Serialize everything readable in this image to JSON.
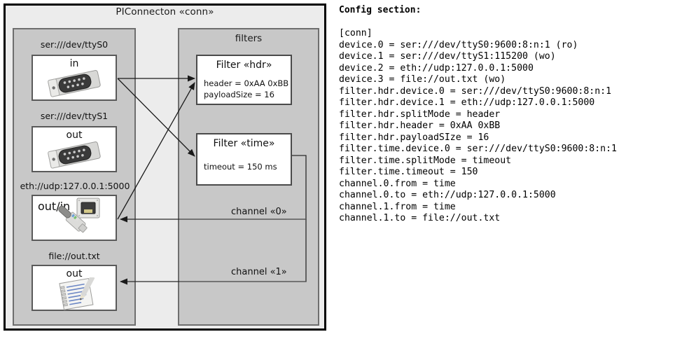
{
  "diagram": {
    "title": "PIConnecton «conn»",
    "devices_group": {
      "name": "devices",
      "items": [
        {
          "label": "ser:///dev/ttyS0",
          "direction": "in",
          "icon": "serial-port-icon"
        },
        {
          "label": "ser:///dev/ttyS1",
          "direction": "out",
          "icon": "serial-port-icon"
        },
        {
          "label": "eth://udp:127.0.0.1:5000",
          "direction": "out/in",
          "icon": "ethernet-jack-icon"
        },
        {
          "label": "file://out.txt",
          "direction": "out",
          "icon": "notepad-pencil-icon"
        }
      ]
    },
    "filters_group": {
      "title": "filters",
      "filters": [
        {
          "title": "Filter «hdr»",
          "props": [
            "header = 0xAA 0xBB",
            "payloadSize = 16"
          ]
        },
        {
          "title": "Filter «time»",
          "props": [
            "timeout = 150 ms"
          ]
        }
      ],
      "channels": [
        {
          "label": "channel «0»"
        },
        {
          "label": "channel «1»"
        }
      ]
    },
    "colors": {
      "frame_fill": "#ececec",
      "group_fill": "#c8c8c8",
      "node_fill": "#ffffff",
      "border": "#000000",
      "group_border": "#6e6e6e",
      "connector": "#1a1a1a"
    }
  },
  "config": {
    "heading": "Config section:",
    "lines": [
      "[conn]",
      "device.0 = ser:///dev/ttyS0:9600:8:n:1 (ro)",
      "device.1 = ser:///dev/ttyS1:115200 (wo)",
      "device.2 = eth://udp:127.0.0.1:5000",
      "device.3 = file://out.txt (wo)",
      "filter.hdr.device.0 = ser:///dev/ttyS0:9600:8:n:1",
      "filter.hdr.device.1 = eth://udp:127.0.0.1:5000",
      "filter.hdr.splitMode = header",
      "filter.hdr.header = 0xAA 0xBB",
      "filter.hdr.payloadSIze = 16",
      "filter.time.device.0 = ser:///dev/ttyS0:9600:8:n:1",
      "filter.time.splitMode = timeout",
      "filter.time.timeout = 150",
      "channel.0.from = time",
      "channel.0.to = eth://udp:127.0.0.1:5000",
      "channel.1.from = time",
      "channel.1.to = file://out.txt"
    ]
  }
}
